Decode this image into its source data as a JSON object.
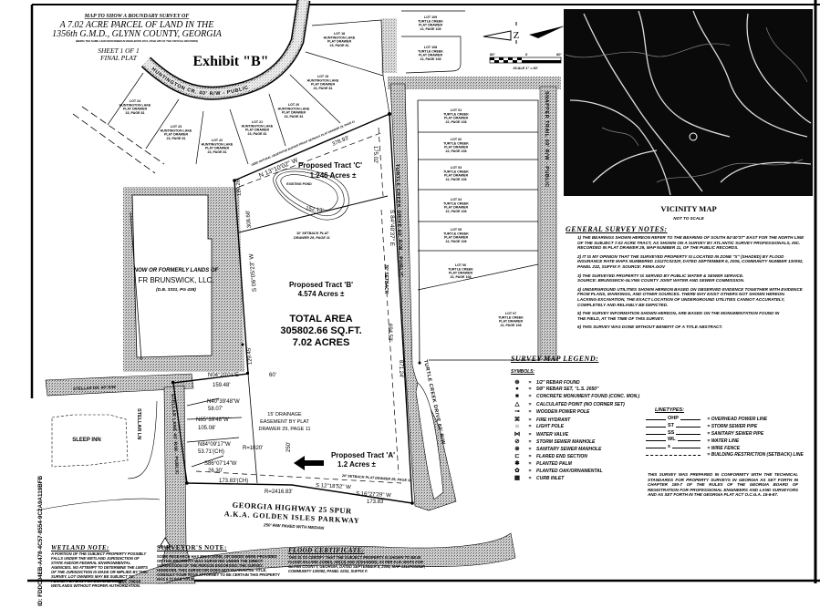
{
  "title": {
    "line1": "MAP TO SHOW A BOUNDARY SURVEY OF",
    "line2": "A 7.02 ACRE PARCEL OF LAND IN THE",
    "line3": "1356th G.M.D., GLYNN COUNTY, GEORGIA",
    "subnote": "(BEING THE SAME LAND DESCRIBED IN DEED BOOK 2031, PAGE 288 OF THE OFFICIAL RECORDS)"
  },
  "sheet": {
    "line1": "SHEET 1 OF 1",
    "line2": "FINAL PLAT"
  },
  "exhibit": "Exhibit \"B\"",
  "doc_id": "ID: FDDC04EB-A478-4C57-8554-9C2A9A119BFB",
  "north_arrow": {
    "letter": "Z",
    "scale_left": "60'",
    "scale_zero": "0",
    "scale_right": "60'",
    "scale_text": "SCALE 1\" = 60'"
  },
  "roads": {
    "huntington": "HUNTINGTON CR.  40' R/W - PUBLIC",
    "turtle_creek_upper": "TURTLE CREEK DRIVE 60' R/W - PUBLIC",
    "turtle_creek_lower": "TURTLE CREEK DRIVE 60' R/W",
    "snapper": "SNAPPER TRAIL 60' R/W - PUBLIC",
    "stellar_dr": "STELLAR DR. 40' R/W",
    "stellar_lane": "STELLAR LANE 40' R/W - PUBLIC",
    "stellar_ln": "STELLAR LN",
    "highway1": "GEORGIA HIGHWAY 25 SPUR",
    "highway2": "A.K.A. GOLDEN ISLES PARKWAY",
    "highway3": "250' R/W PAVED WITH MEDIAN"
  },
  "adjoiners": {
    "fr_line1": "NOW OR FORMERLY LANDS OF",
    "fr_line2": "FR BRUNSWICK, LLC.",
    "fr_line3": "(D.B. 3331, PG 438)",
    "sleep_inn": "SLEEP INN"
  },
  "lots": [
    {
      "lot": "LOT 24",
      "sub": "HUNTINGTON LAKE",
      "drawer": "PLAT DRAWER",
      "page": "23, PAGE 81"
    },
    {
      "lot": "LOT 23",
      "sub": "HUNTINGTON LAKE",
      "drawer": "PLAT DRAWER",
      "page": "23, PAGE 81"
    },
    {
      "lot": "LOT 22",
      "sub": "HUNTINGTON LAKE",
      "drawer": "PLAT DRAWER",
      "page": "23, PAGE 81"
    },
    {
      "lot": "LOT 21",
      "sub": "HUNTINGTON LAKE",
      "drawer": "PLAT DRAWER",
      "page": "23, PAGE 81"
    },
    {
      "lot": "LOT 20",
      "sub": "HUNTINGTON LAKE",
      "drawer": "PLAT DRAWER",
      "page": "23, PAGE 81"
    },
    {
      "lot": "LOT 19",
      "sub": "HUNTINGTON LAKE",
      "drawer": "PLAT DRAWER",
      "page": "23, PAGE 81"
    },
    {
      "lot": "LOT 18",
      "sub": "HUNTINGTON LAKE",
      "drawer": "PLAT DRAWER",
      "page": "23, PAGE 81"
    },
    {
      "lot": "LOT 109",
      "sub": "TURTLE CREEK",
      "drawer": "PLAT DRAWER",
      "page": "22, PAGE 108"
    },
    {
      "lot": "LOT 108",
      "sub": "TURTLE CREEK",
      "drawer": "PLAT DRAWER",
      "page": "22, PAGE 108"
    },
    {
      "lot": "LOT 01",
      "sub": "TURTLE CREEK",
      "drawer": "PLAT DRAWER",
      "page": "22, PAGE 108"
    },
    {
      "lot": "LOT 02",
      "sub": "TURTLE CREEK",
      "drawer": "PLAT DRAWER",
      "page": "22, PAGE 108"
    },
    {
      "lot": "LOT 03",
      "sub": "TURTLE CREEK",
      "drawer": "PLAT DRAWER",
      "page": "22, PAGE 108"
    },
    {
      "lot": "LOT 04",
      "sub": "TURTLE CREEK",
      "drawer": "PLAT DRAWER",
      "page": "22, PAGE 108"
    },
    {
      "lot": "LOT 05",
      "sub": "TURTLE CREEK",
      "drawer": "PLAT DRAWER",
      "page": "22, PAGE 108"
    },
    {
      "lot": "LOT 06",
      "sub": "TURTLE CREEK",
      "drawer": "PLAT DRAWER",
      "page": "22, PAGE 108"
    },
    {
      "lot": "LOT 07",
      "sub": "TURTLE CREEK",
      "drawer": "PLAT DRAWER",
      "page": "22, PAGE 108"
    }
  ],
  "tracts": {
    "c_name": "Proposed Tract 'C'",
    "c_area": "1.246 Acres ±",
    "pond": "EXISTING POND",
    "b_name": "Proposed Tract 'B'",
    "b_area": "4.574 Acres ±",
    "a_name": "Proposed Tract 'A'",
    "a_area": "1.2 Acres ±"
  },
  "total_area": {
    "heading": "TOTAL AREA",
    "sqft": "305802.66 SQ.FT.",
    "acres": "7.02 ACRES"
  },
  "easements": {
    "drainage1": "15' DRAINAGE",
    "drainage2": "EASEMENT BY PLAT",
    "drainage3": "DRAWER 29, PAGE 11",
    "setback10a": "10' SETBACK PLAT",
    "setback10b": "DRAWER 29, PAGE 11",
    "setback30": "30' SETBACK",
    "setback20": "20' SETBACK PLAT DRAWER 29, PAGE 11",
    "buffer": "DEED NATURAL VEGETATIVE BUFFER FRONT SETBACK PLAT DRAWER 29, PAGE 11"
  },
  "bearings": {
    "north": "N 13°10'02\" W",
    "north_dist": "378.93'",
    "ne_dist": "175.02'",
    "east": "S 84°40'37\" E",
    "east_dist": "694.53'",
    "east_dist2": "871.24'",
    "west": "S 06°05'23\" W",
    "west_dist1": "120.26'",
    "west_dist2": "308.68'",
    "west_dist3": "129.45'",
    "pond_dist": "152.13'",
    "n04": "N04°20'01\"E",
    "d60": "60'",
    "d159": "159.48'",
    "n40": "N40°39'48\"W",
    "d58": "58.07'",
    "n85": "N85°39'48\"W",
    "d105": "105.08'",
    "n84": "N84°09'17\"W",
    "d53": "53.71'(CH)",
    "r1020": "R=1020'",
    "s86": "S86°07'14\"W",
    "d26": "26.30'",
    "ch173": "173.83'(CH)",
    "s12": "S 12°18'52\" W",
    "r2416": "R=2416.83'",
    "s16": "S 16°27'29\" W",
    "d173": "173.83'",
    "d250": "250'"
  },
  "vicinity": {
    "title": "VICINITY MAP",
    "subtitle": "NOT TO SCALE"
  },
  "general_notes": {
    "heading": "GENERAL SURVEY NOTES:",
    "items": [
      "1)  THE BEARINGS SHOWN HEREON REFER TO THE BEARING OF SOUTH 84°40'37\" EAST FOR THE NORTH LINE OF THE SUBJECT 7.02 ACRE TRACT, AS SHOWN ON A SURVEY BY ATLANTIC SURVEY PROFESSIONALS, INC. RECORDED IN PLAT DRAWER 29, MAP NUMBER 11, OF THE PUBLIC RECORDS.",
      "2)  IT IS MY OPINION THAT THE SURVEYED PROPERTY IS LOCATED IN ZONE \"X\" (SHADED) BY FLOOD INSURANCE RATE MAPS NUMBERED 13127C0232F, DATED SEPTEMBER 6, 2006, COMMUNITY NUMBER 130092, PANEL 232, SUFFIX F.        SOURCE: FEMA.GOV",
      "3)  THE SURVEYED PROPERTY IS SERVED BY PUBLIC WATER & SEWER SERVICE. SOURCE: BRUNSWICK-GLYNN COUNTY JOINT WATER AND SEWER COMMISSION.",
      "4)  UNDERGROUND UTILITIES SHOWN HEREON BASED ON OBSERVED EVIDENCE TOGETHER WITH EVIDENCE FROM PLANS, MARKINGS, AND OTHER SOURCES. THERE MAY EXIST OTHERS NOT SHOWN HEREON. LACKING EXCAVATION, THE EXACT LOCATION OF UNDERGROUND UTILITIES CANNOT ACCURATELY, COMPLETELY AND RELIABLY BE DEPICTED.",
      "5)  THE SURVEY INFORMATION SHOWN HEREON, ARE BASED ON THE MONUMENTATION FOUND IN THE FIELD, AT THE TIME OF THIS SURVEY.",
      "6)  THIS SURVEY WAS DONE WITHOUT BENEFIT OF A TITLE ABSTRACT."
    ]
  },
  "legend": {
    "heading": "SURVEY MAP LEGEND:",
    "symbols_heading": "SYMBOLS:",
    "symbols": [
      {
        "glyph": "⊛",
        "label": "1/2\" REBAR FOUND"
      },
      {
        "glyph": "●",
        "label": "5/8\" REBAR SET, \"L.S. 2650\""
      },
      {
        "glyph": "■",
        "label": "CONCRETE MONUMENT FOUND (CONC. MON.)"
      },
      {
        "glyph": "△",
        "label": "CALCULATED POINT (NO CORNER SET)"
      },
      {
        "glyph": "⊸",
        "label": "WOODEN POWER POLE"
      },
      {
        "glyph": "⌘",
        "label": "FIRE HYDRANT"
      },
      {
        "glyph": "☼",
        "label": "LIGHT POLE"
      },
      {
        "glyph": "⋈",
        "label": "WATER VALVE"
      },
      {
        "glyph": "⊘",
        "label": "STORM SEWER MANHOLE"
      },
      {
        "glyph": "⊗",
        "label": "SANITARY SEWER MANHOLE"
      },
      {
        "glyph": "⊏",
        "label": "FLARED END SECTION"
      },
      {
        "glyph": "✱",
        "label": "PLANTED PALM"
      },
      {
        "glyph": "✿",
        "label": "PLANTED OAK/ORNAMENTAL"
      },
      {
        "glyph": "▦",
        "label": "CURB INLET"
      }
    ],
    "linetypes_heading": "LINETYPES:",
    "linetypes": [
      {
        "code": "OHP",
        "label": "= OVERHEAD POWER LINE"
      },
      {
        "code": "ST",
        "label": "= STORM SEWER PIPE"
      },
      {
        "code": "SS",
        "label": "= SANITARY SEWER PIPE"
      },
      {
        "code": "WL",
        "label": "= WATER LINE"
      },
      {
        "code": "x",
        "label": "= WIRE FENCE"
      },
      {
        "code": "",
        "label": "= BUILDING RESTRICTION (SETBACK) LINE"
      }
    ],
    "compliance": "THIS SURVEY WAS PREPARED IN CONFORMITY WITH THE TECHNICAL STANDARDS FOR PROPERTY SURVEYS IN GEORGIA AS SET FORTH IN CHAPTER 180-7 OF THE RULES OF THE GEORGIA BOARD OF REGISTRATION FOR PROFESSIONAL ENGINEERS AND LAND SURVEYORS AND AS SET FORTH IN THE GEORGIA PLAT ACT O.C.G.A. 15-6-67."
  },
  "wetland_note": {
    "heading": "WETLAND NOTE:",
    "text": "A PORTION OF THE SUBJECT PROPERTY POSSIBLY FALLS UNDER THE WETLAND JURISDICTION OF STATE AND/OR FEDERAL ENVIRONMENTAL AGENCIES. NO ATTEMPT TO DETERMINE THE LIMITS OF THE JURISDICTION IS MADE OR IMPLIED BY THIS SURVEY. LOT OWNERS MAY BE SUBJECT TO PENALTY BY LAW FOR DISTURBANCE OF THESE WETLANDS WITHOUT PROPER AUTHORIZATION."
  },
  "surveyors_note": {
    "heading": "SURVEYOR'S NOTE:",
    "text": "SOME RESEARCH HAS BEEN DONE, OR DEEDS WERE PROVIDED OR THIS PROPERTY WAS SURVEYED UNDER THE DIRECT SUPERVISION OF THE PERSON ENDORSING THE SURVEY. HOWEVER, THIS SURVEYOR DOES NOT GUARANTEE TITLE. CONSULT YOUR TITLE ATTORNEY TO BE CERTAIN THIS PROPERTY HAS A CLEAR TITLE."
  },
  "flood_certificate": {
    "heading": "FLOOD CERTIFICATE:",
    "text": "THIS IS TO CERTIFY THAT THE SUBJECT PROPERTY IS SHOWN TO BE IN FLOOD HAZARD ZONES, AE(13) AND X(SHADED), AS PER F.I.R. MAPS FOR GLYNN COUNTY, GEORGIA, DATED SEPTEMBER 6, 2006, MAP 13127C0232F, COMMUNITY 130092, PANEL 0232, SUFFIX F."
  }
}
